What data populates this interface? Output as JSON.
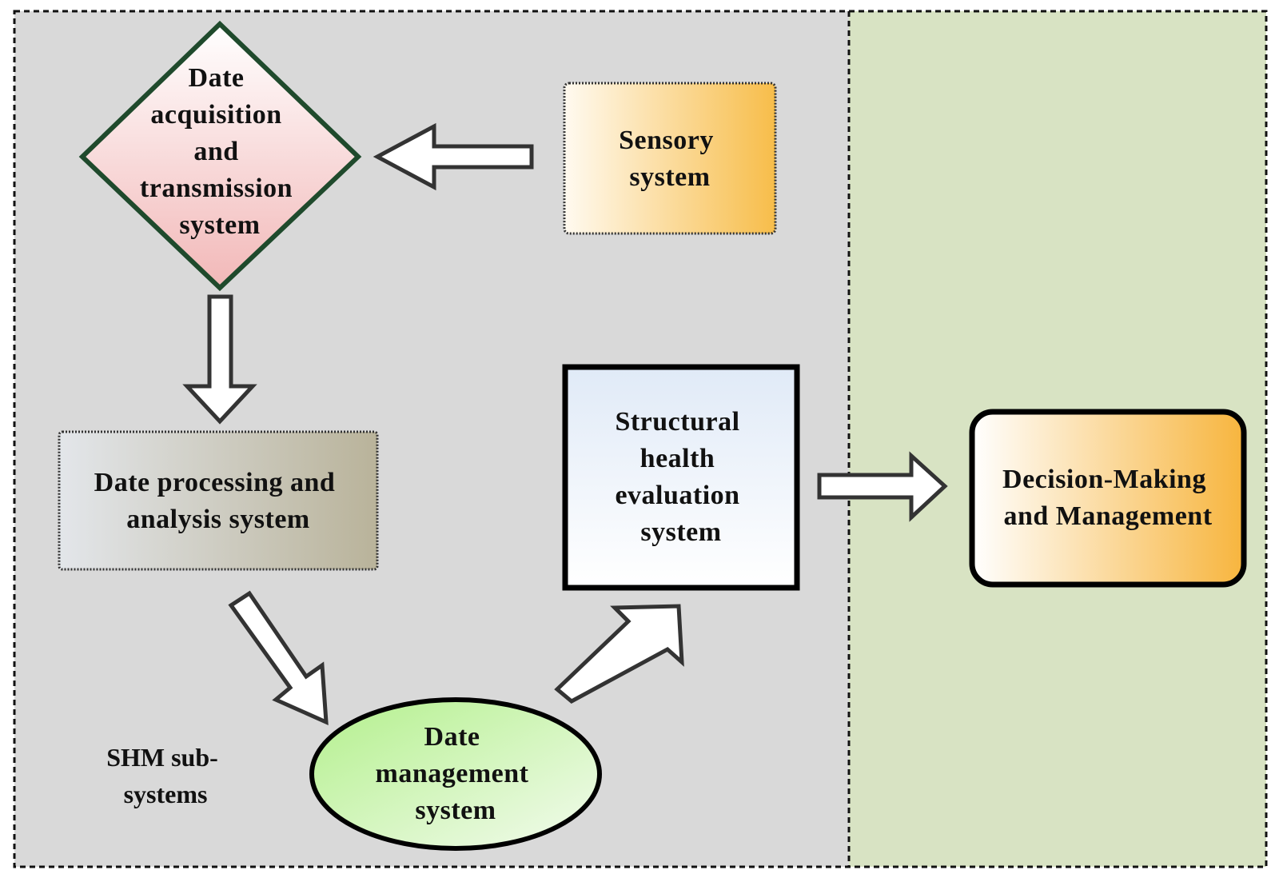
{
  "regions": {
    "subsystems": {
      "fill": "#d9d9d9",
      "caption_lines": [
        "SHM sub-",
        "systems"
      ]
    },
    "decision": {
      "fill": "#d8e3c3"
    }
  },
  "nodes": {
    "acquisition": {
      "shape": "diamond",
      "lines": [
        "Date",
        "acquisition",
        "and",
        "transmission",
        "system"
      ],
      "fill_top": "#ffffff",
      "fill_bottom": "#f2b8b8",
      "border": "#1f4a2c"
    },
    "sensory": {
      "shape": "rounded-rectangle",
      "lines": [
        "Sensory",
        "system"
      ],
      "fill_left": "#fffaf0",
      "fill_right": "#f7bd4a",
      "border": "#333333"
    },
    "processing": {
      "shape": "rectangle",
      "lines": [
        "Date processing and",
        "analysis system"
      ],
      "fill_left": "#e3e6ea",
      "fill_right": "#b9b39a",
      "border": "#333333"
    },
    "evaluation": {
      "shape": "rectangle",
      "lines": [
        "Structural",
        "health",
        "evaluation",
        "system"
      ],
      "fill_top": "#e0eaf7",
      "fill_bottom": "#ffffff",
      "border": "#000000"
    },
    "management": {
      "shape": "ellipse",
      "lines": [
        "Date",
        "management",
        "system"
      ],
      "fill_left": "#b3f08c",
      "fill_right": "#f3fbee",
      "border": "#000000"
    },
    "decision": {
      "shape": "rounded-rectangle",
      "lines": [
        "Decision-Making",
        "and Management"
      ],
      "fill_left": "#ffffff",
      "fill_right": "#f7b53e",
      "border": "#000000"
    }
  },
  "edges": [
    {
      "from": "sensory",
      "to": "acquisition"
    },
    {
      "from": "acquisition",
      "to": "processing"
    },
    {
      "from": "processing",
      "to": "management"
    },
    {
      "from": "management",
      "to": "evaluation"
    },
    {
      "from": "evaluation",
      "to": "decision"
    }
  ]
}
